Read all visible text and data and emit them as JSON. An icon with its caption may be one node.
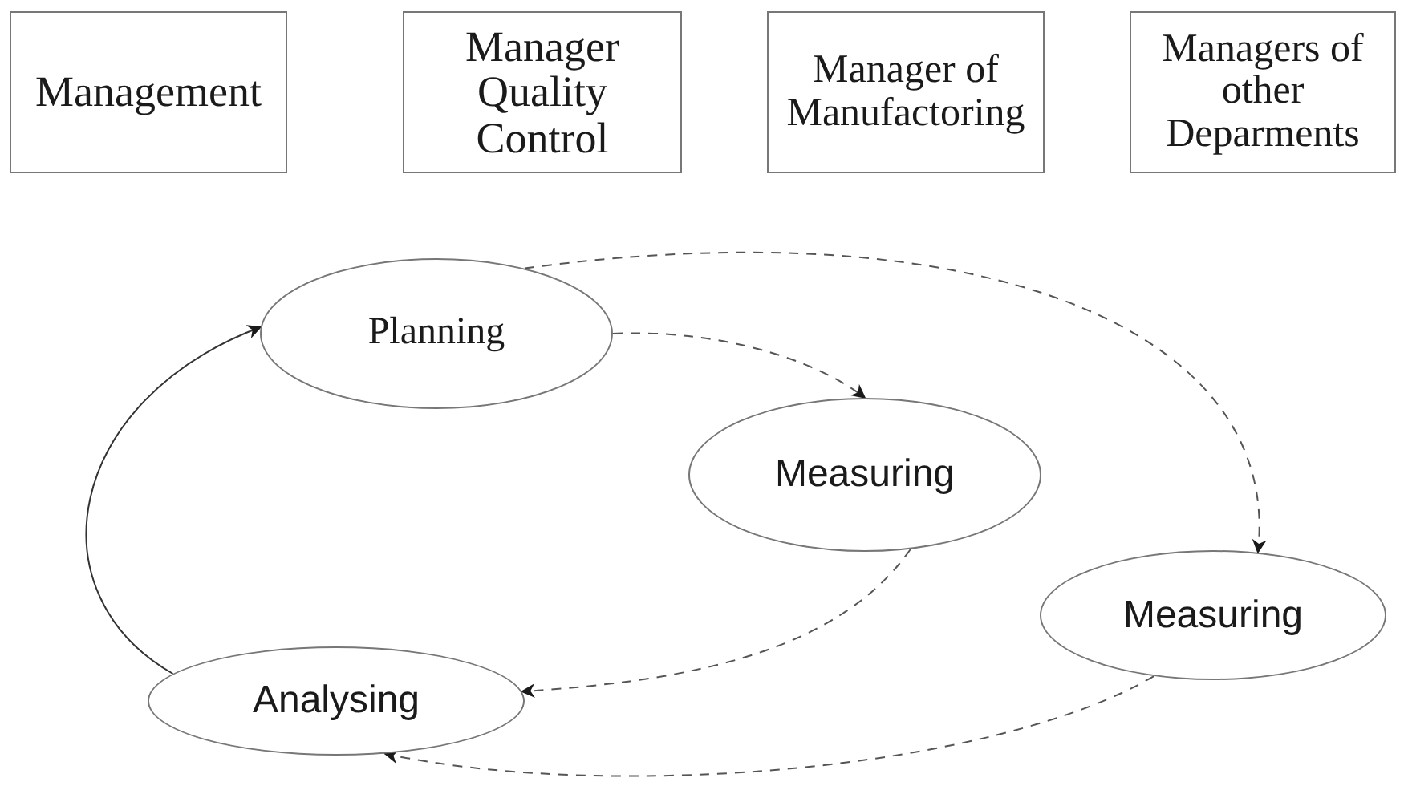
{
  "diagram": {
    "nodes": [
      {
        "text": [
          "Management"
        ]
      },
      {
        "text": [
          "Manager Quality Control"
        ]
      },
      {
        "text": [
          "Manager of Manufactoring"
        ]
      },
      {
        "text": [
          "Managers of other Deparments"
        ]
      },
      {
        "text": [
          "Planning"
        ]
      },
      {
        "text": [
          "Measuring"
        ]
      },
      {
        "text": [
          "Measuring"
        ]
      },
      {
        "text": [
          "Analysing"
        ]
      }
    ],
    "edges": [
      {
        "from": 7,
        "to": 4,
        "arrow": "to"
      },
      {
        "from": 4,
        "to": 5,
        "arrow": "to",
        "style": "dashed"
      },
      {
        "from": 4,
        "to": 6,
        "arrow": "to",
        "style": "dashed"
      },
      {
        "from": 5,
        "to": 7,
        "arrow": "to",
        "style": "dashed"
      },
      {
        "from": 6,
        "to": 7,
        "arrow": "to",
        "style": "dashed"
      }
    ]
  }
}
